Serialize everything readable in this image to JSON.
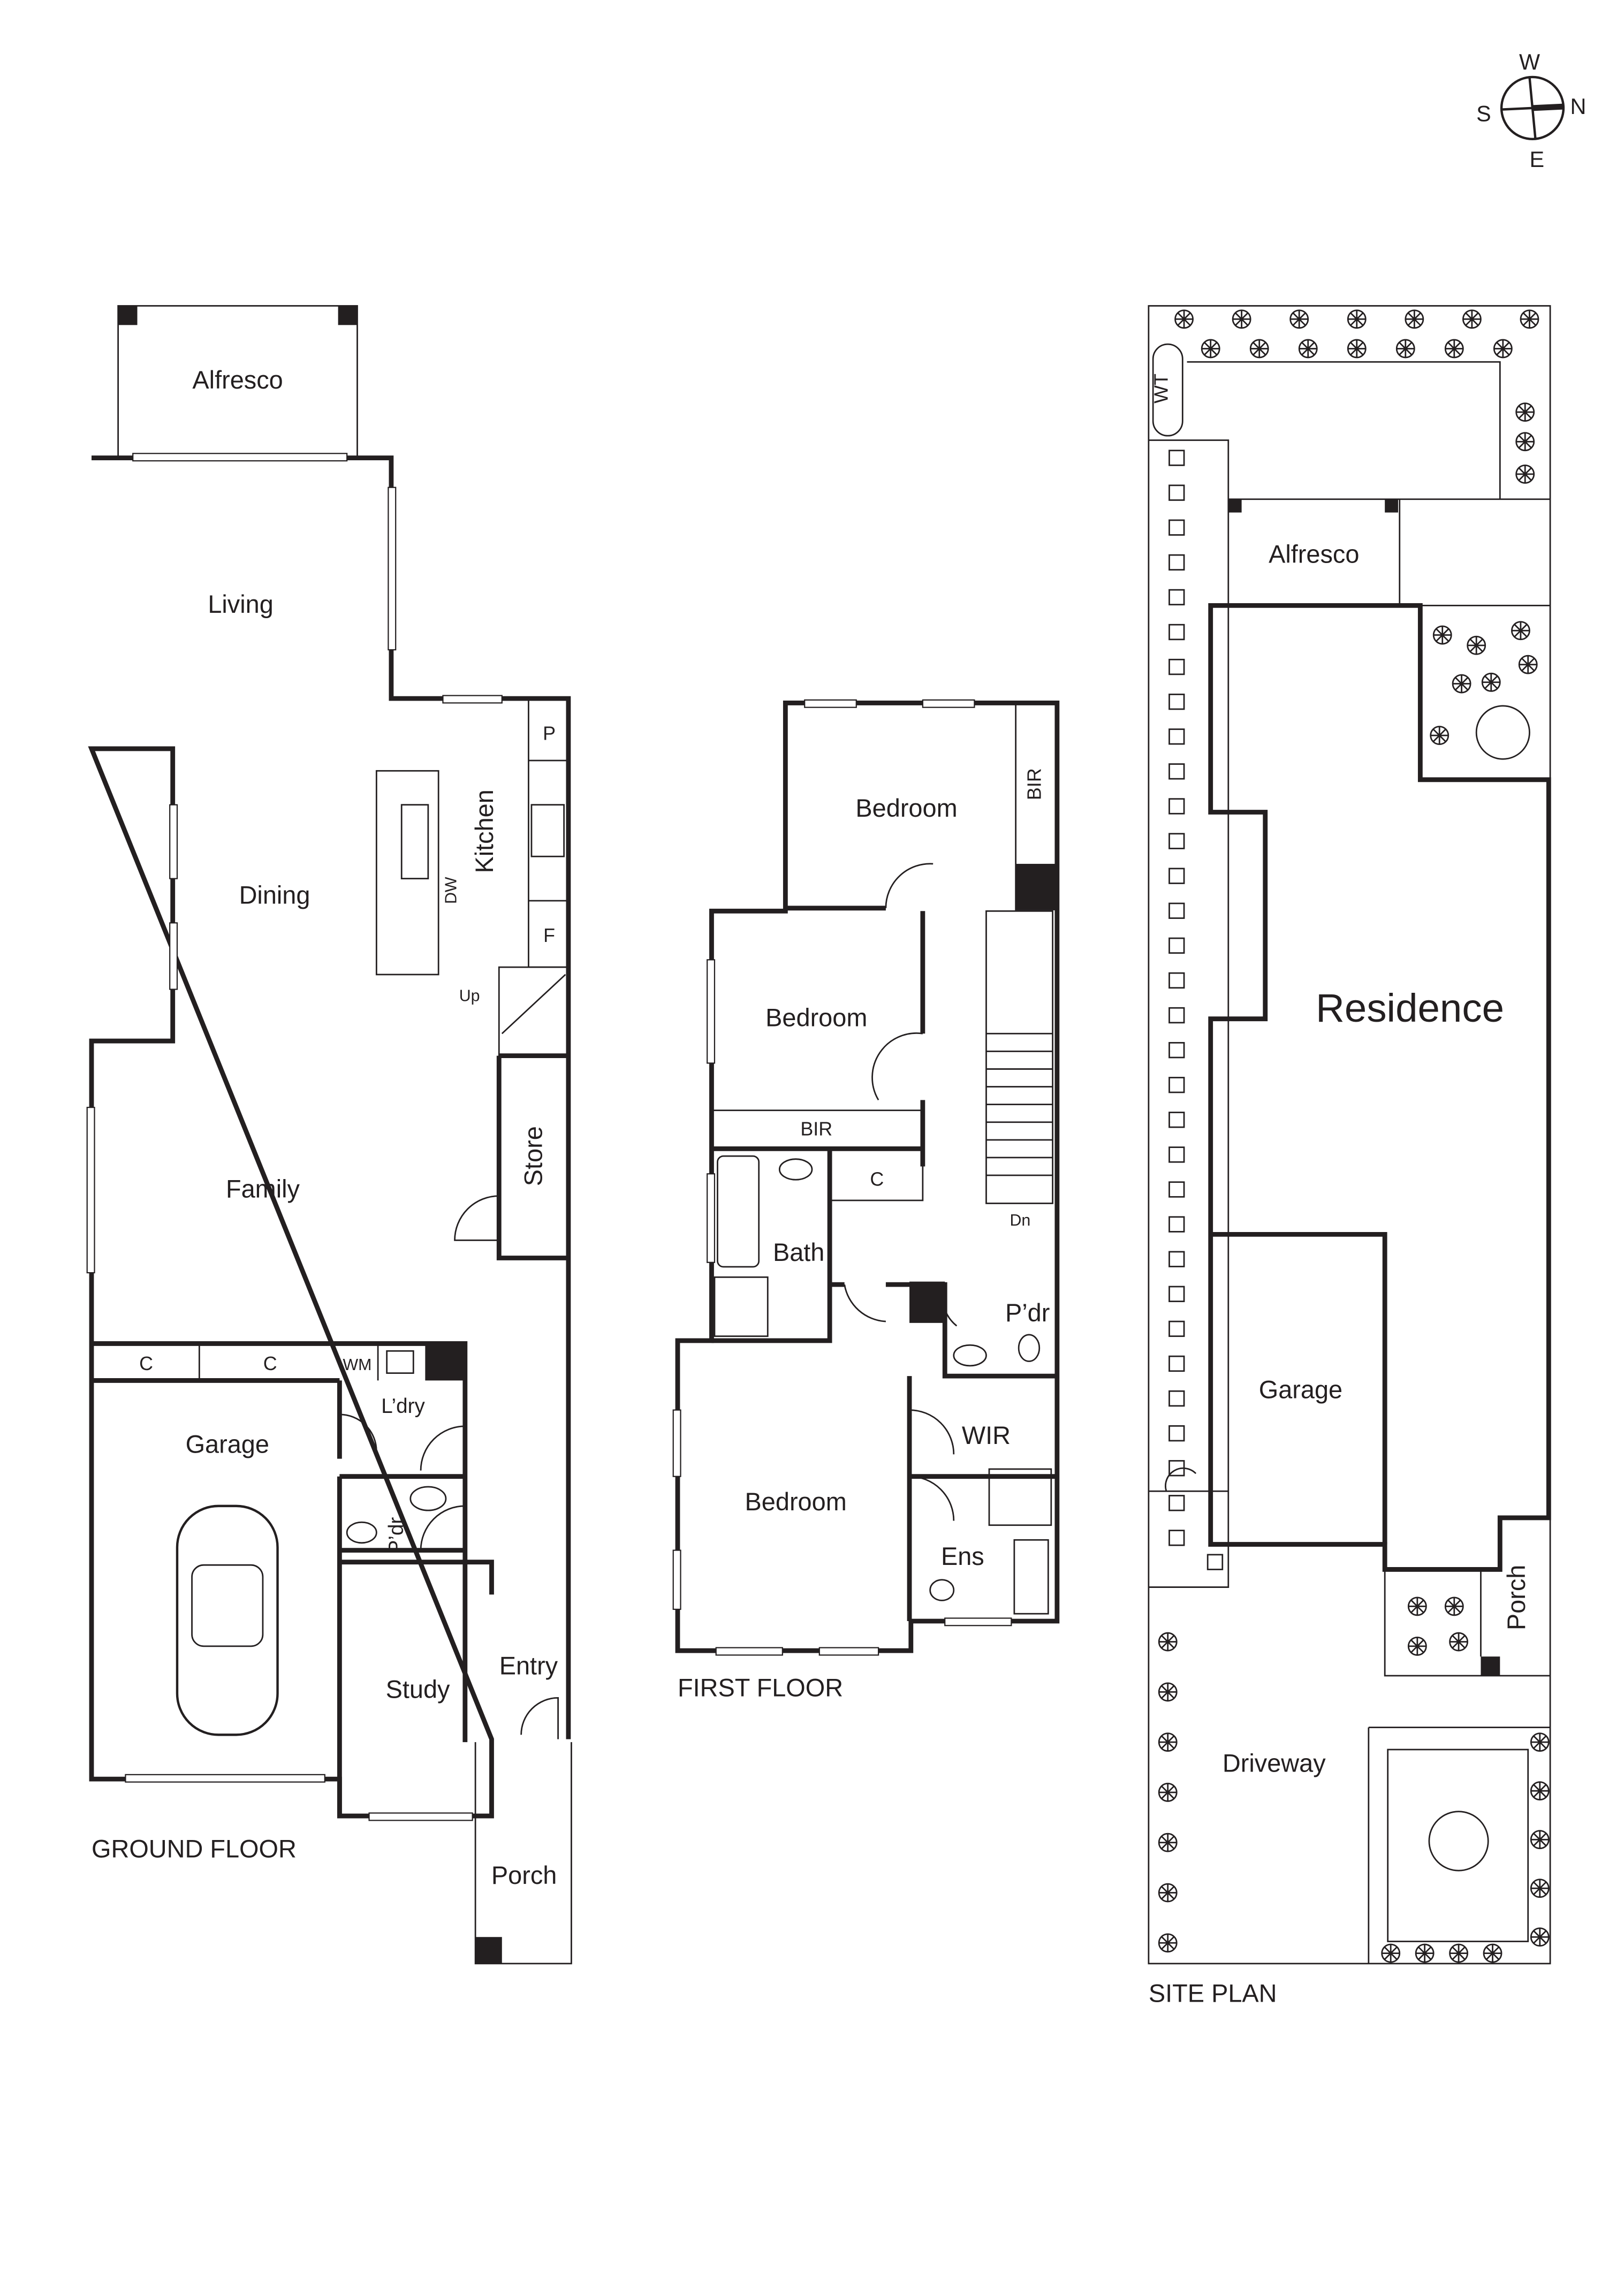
{
  "compass": {
    "w": "W",
    "s": "S",
    "n": "N",
    "e": "E"
  },
  "ground_floor": {
    "title": "GROUND FLOOR",
    "rooms": {
      "alfresco": "Alfresco",
      "living": "Living",
      "dining": "Dining",
      "kitchen": "Kitchen",
      "pantry": "P",
      "fridge": "F",
      "dishwasher": "DW",
      "stairs_up": "Up",
      "store": "Store",
      "family": "Family",
      "cupboard_1": "C",
      "cupboard_2": "C",
      "washing_machine": "WM",
      "laundry": "L’dry",
      "garage": "Garage",
      "powder": "P’dr",
      "entry": "Entry",
      "study": "Study",
      "porch": "Porch"
    }
  },
  "first_floor": {
    "title": "FIRST FLOOR",
    "rooms": {
      "bedroom_1": "Bedroom",
      "bir_1": "BIR",
      "bedroom_2": "Bedroom",
      "bir_2": "BIR",
      "cupboard": "C",
      "stairs_down": "Dn",
      "bath": "Bath",
      "powder": "P’dr",
      "wir": "WIR",
      "bedroom_3": "Bedroom",
      "ensuite": "Ens"
    }
  },
  "site_plan": {
    "title": "SITE PLAN",
    "labels": {
      "water_tank": "WT",
      "alfresco": "Alfresco",
      "residence": "Residence",
      "garage": "Garage",
      "porch": "Porch",
      "driveway": "Driveway"
    }
  }
}
